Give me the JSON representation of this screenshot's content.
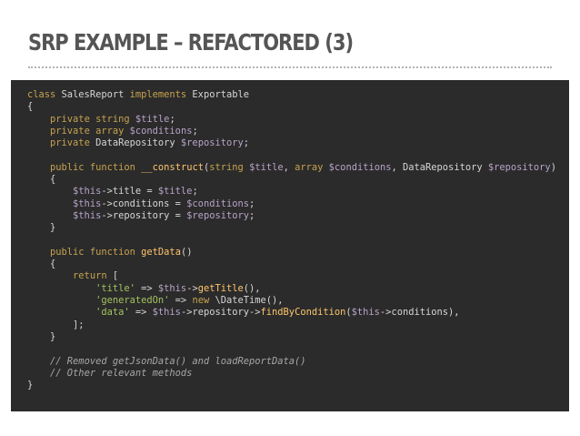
{
  "slide": {
    "title": "SRP EXAMPLE – REFACTORED (3)"
  },
  "colors": {
    "background": "#ffffff",
    "title": "#555555",
    "divider": "#b3b3b3",
    "code_background": "#2b2b2b",
    "code_keyword": "#c6a24f",
    "code_variable": "#b8a3c9",
    "code_function": "#ffc66d",
    "code_string": "#a5c261",
    "code_comment": "#a7a7a7",
    "code_plain": "#d6d6d6"
  },
  "code": {
    "language": "php",
    "lines": [
      [
        [
          "kw",
          "class"
        ],
        [
          "pl",
          " SalesReport "
        ],
        [
          "kw",
          "implements"
        ],
        [
          "pl",
          " Exportable"
        ]
      ],
      [
        [
          "pl",
          "{"
        ]
      ],
      [
        [
          "pl",
          "    "
        ],
        [
          "kw",
          "private"
        ],
        [
          "pl",
          " "
        ],
        [
          "kw",
          "string"
        ],
        [
          "pl",
          " "
        ],
        [
          "var",
          "$title"
        ],
        [
          "pl",
          ";"
        ]
      ],
      [
        [
          "pl",
          "    "
        ],
        [
          "kw",
          "private"
        ],
        [
          "pl",
          " "
        ],
        [
          "kw",
          "array"
        ],
        [
          "pl",
          " "
        ],
        [
          "var",
          "$conditions"
        ],
        [
          "pl",
          ";"
        ]
      ],
      [
        [
          "pl",
          "    "
        ],
        [
          "kw",
          "private"
        ],
        [
          "pl",
          " DataRepository "
        ],
        [
          "var",
          "$repository"
        ],
        [
          "pl",
          ";"
        ]
      ],
      [],
      [
        [
          "pl",
          "    "
        ],
        [
          "kw",
          "public"
        ],
        [
          "pl",
          " "
        ],
        [
          "kw",
          "function"
        ],
        [
          "pl",
          " "
        ],
        [
          "fn",
          "__construct"
        ],
        [
          "pl",
          "("
        ],
        [
          "kw",
          "string"
        ],
        [
          "pl",
          " "
        ],
        [
          "var",
          "$title"
        ],
        [
          "pl",
          ", "
        ],
        [
          "kw",
          "array"
        ],
        [
          "pl",
          " "
        ],
        [
          "var",
          "$conditions"
        ],
        [
          "pl",
          ", DataRepository "
        ],
        [
          "var",
          "$repository"
        ],
        [
          "pl",
          ")"
        ]
      ],
      [
        [
          "pl",
          "    {"
        ]
      ],
      [
        [
          "pl",
          "        "
        ],
        [
          "var",
          "$this"
        ],
        [
          "pl",
          "->title = "
        ],
        [
          "var",
          "$title"
        ],
        [
          "pl",
          ";"
        ]
      ],
      [
        [
          "pl",
          "        "
        ],
        [
          "var",
          "$this"
        ],
        [
          "pl",
          "->conditions = "
        ],
        [
          "var",
          "$conditions"
        ],
        [
          "pl",
          ";"
        ]
      ],
      [
        [
          "pl",
          "        "
        ],
        [
          "var",
          "$this"
        ],
        [
          "pl",
          "->repository = "
        ],
        [
          "var",
          "$repository"
        ],
        [
          "pl",
          ";"
        ]
      ],
      [
        [
          "pl",
          "    }"
        ]
      ],
      [],
      [
        [
          "pl",
          "    "
        ],
        [
          "kw",
          "public"
        ],
        [
          "pl",
          " "
        ],
        [
          "kw",
          "function"
        ],
        [
          "pl",
          " "
        ],
        [
          "fn",
          "getData"
        ],
        [
          "pl",
          "()"
        ]
      ],
      [
        [
          "pl",
          "    {"
        ]
      ],
      [
        [
          "pl",
          "        "
        ],
        [
          "kw",
          "return"
        ],
        [
          "pl",
          " ["
        ]
      ],
      [
        [
          "pl",
          "            "
        ],
        [
          "str",
          "'title'"
        ],
        [
          "pl",
          " => "
        ],
        [
          "var",
          "$this"
        ],
        [
          "pl",
          "->"
        ],
        [
          "fn",
          "getTitle"
        ],
        [
          "pl",
          "(),"
        ]
      ],
      [
        [
          "pl",
          "            "
        ],
        [
          "str",
          "'generatedOn'"
        ],
        [
          "pl",
          " => "
        ],
        [
          "kw",
          "new"
        ],
        [
          "pl",
          " \\DateTime(),"
        ]
      ],
      [
        [
          "pl",
          "            "
        ],
        [
          "str",
          "'data'"
        ],
        [
          "pl",
          " => "
        ],
        [
          "var",
          "$this"
        ],
        [
          "pl",
          "->repository->"
        ],
        [
          "fn",
          "findByCondition"
        ],
        [
          "pl",
          "("
        ],
        [
          "var",
          "$this"
        ],
        [
          "pl",
          "->conditions),"
        ]
      ],
      [
        [
          "pl",
          "        ];"
        ]
      ],
      [
        [
          "pl",
          "    }"
        ]
      ],
      [],
      [
        [
          "pl",
          "    "
        ],
        [
          "cm",
          "// Removed getJsonData() and loadReportData()"
        ]
      ],
      [
        [
          "pl",
          "    "
        ],
        [
          "cm",
          "// Other relevant methods"
        ]
      ],
      [
        [
          "pl",
          "}"
        ]
      ]
    ]
  }
}
